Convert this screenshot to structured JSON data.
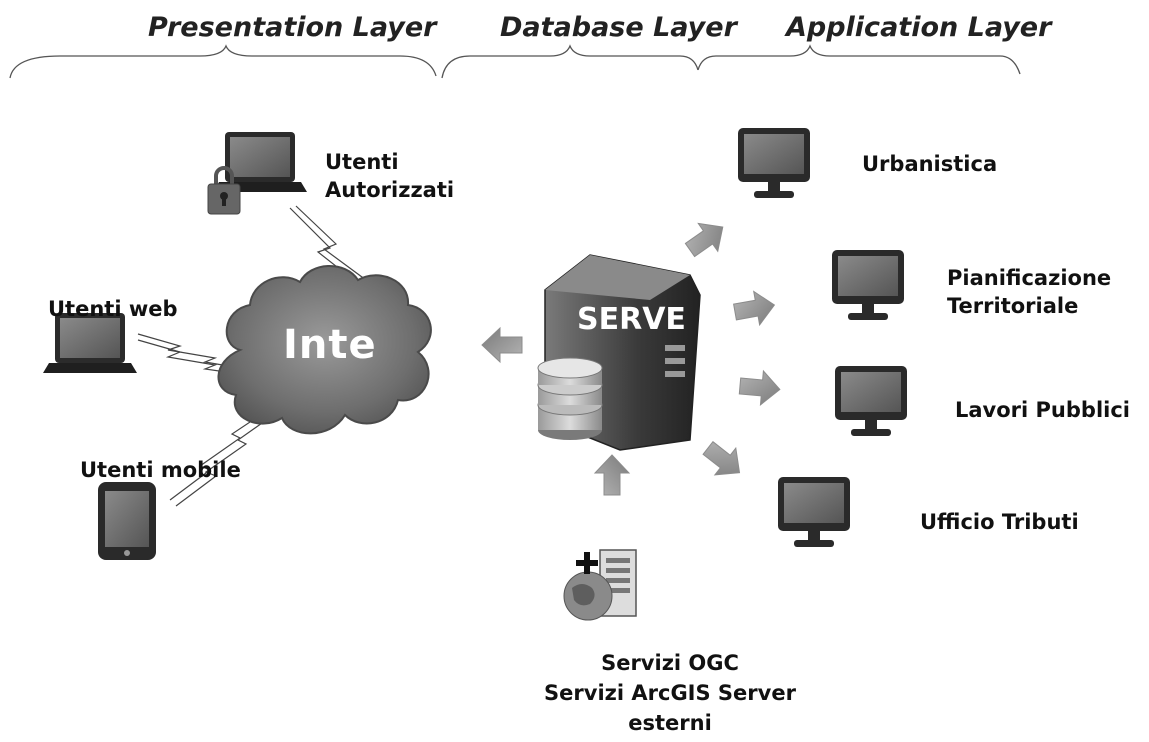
{
  "layers": {
    "presentation": "Presentation Layer",
    "database": "Database Layer",
    "application": "Application Layer"
  },
  "cloud": {
    "label": "Inte"
  },
  "server": {
    "label": "SERVE"
  },
  "clients": {
    "authorized": {
      "line1": "Utenti",
      "line2": "Autorizzati"
    },
    "web": {
      "label": "Utenti web"
    },
    "mobile": {
      "label": "Utenti mobile"
    }
  },
  "departments": [
    {
      "line1": "Urbanistica",
      "line2": ""
    },
    {
      "line1": "Pianificazione",
      "line2": "Territoriale"
    },
    {
      "line1": "Lavori Pubblici",
      "line2": ""
    },
    {
      "line1": "Ufficio Tributi",
      "line2": ""
    }
  ],
  "external_services": {
    "line1": "Servizi OGC",
    "line2": "Servizi ArcGIS Server",
    "line3": "esterni"
  },
  "icons": [
    "laptop-icon",
    "padlock-icon",
    "tablet-icon",
    "cloud-icon",
    "server-icon",
    "database-icon",
    "monitor-icon",
    "gis-server-icon",
    "arrow-icon",
    "lightning-link"
  ]
}
